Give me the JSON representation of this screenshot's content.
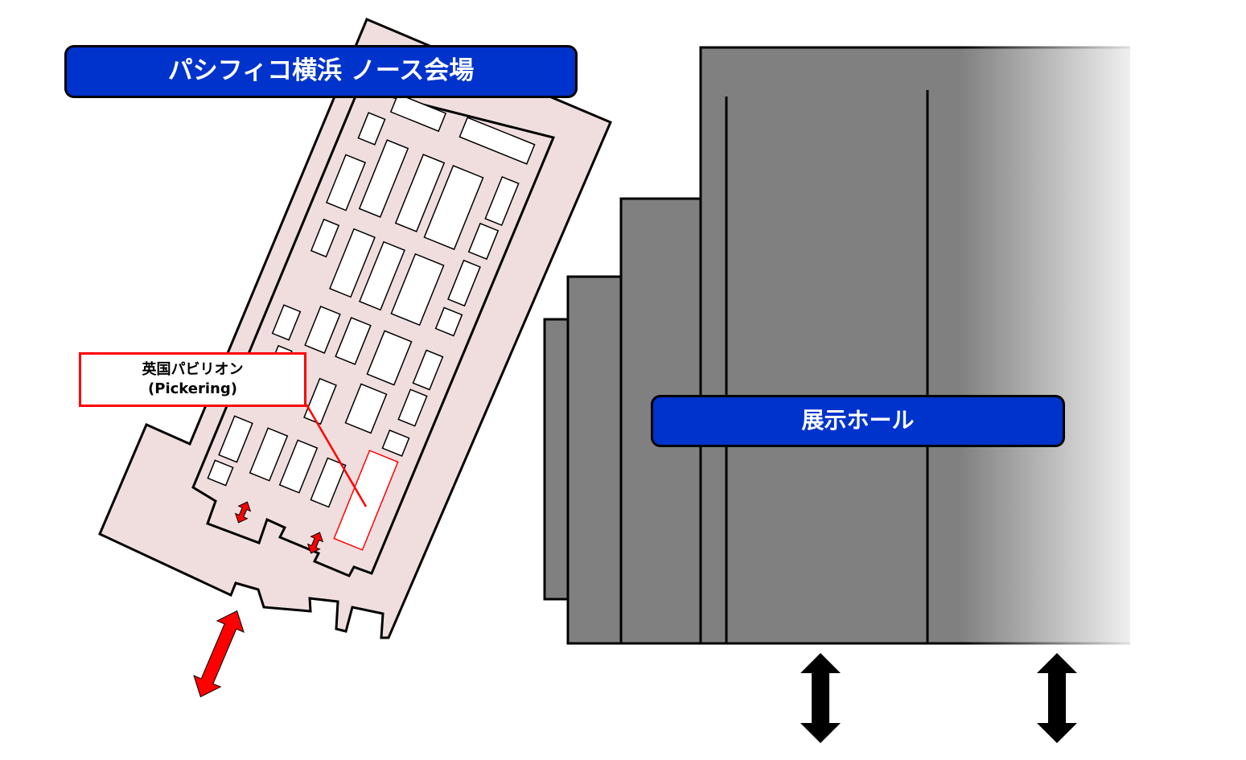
{
  "north_venue": {
    "title": "パシフィコ横浜 ノース会場",
    "fill_color": "#f0dede",
    "pavilion": {
      "name": "英国パビリオン",
      "exhibitor": "(Pickering)",
      "highlight_color": "#ff0000"
    }
  },
  "exhibition_hall": {
    "title": "展示ホール",
    "fill_color": "#808080"
  },
  "colors": {
    "label_background": "#0033cc",
    "label_text": "#ffffff",
    "entrance_arrow_north": "#ff0000",
    "entrance_arrow_hall": "#000000"
  }
}
